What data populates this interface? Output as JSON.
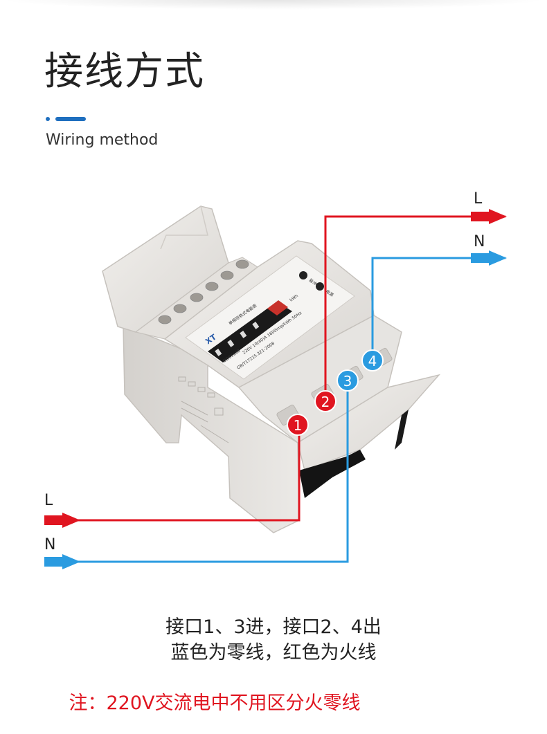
{
  "header": {
    "title": "接线方式",
    "subtitle": "Wiring method"
  },
  "meter": {
    "brand": "XT",
    "model": "DDS5188",
    "name": "单相导轨式电能表",
    "specs": "220V  10(40)A  1600imp/kWh  50Hz",
    "standard": "GB/T17215.321-2008",
    "unit": "kWh",
    "indicator_labels": [
      "脉冲",
      "电源"
    ],
    "colors": {
      "body": "#e8e6e3",
      "shadow": "#c9c6c2",
      "display": "#1a1a1a"
    }
  },
  "terminals": [
    {
      "number": "1",
      "color": "#e01520"
    },
    {
      "number": "2",
      "color": "#e01520"
    },
    {
      "number": "3",
      "color": "#2a9be0"
    },
    {
      "number": "4",
      "color": "#2a9be0"
    }
  ],
  "lines": {
    "input_L": "L",
    "input_N": "N",
    "output_L": "L",
    "output_N": "N",
    "live_color": "#e01520",
    "neutral_color": "#2a9be0"
  },
  "caption": {
    "line1": "接口1、3进，接口2、4出",
    "line2": "蓝色为零线，红色为火线"
  },
  "note": "注：220V交流电中不用区分火零线"
}
